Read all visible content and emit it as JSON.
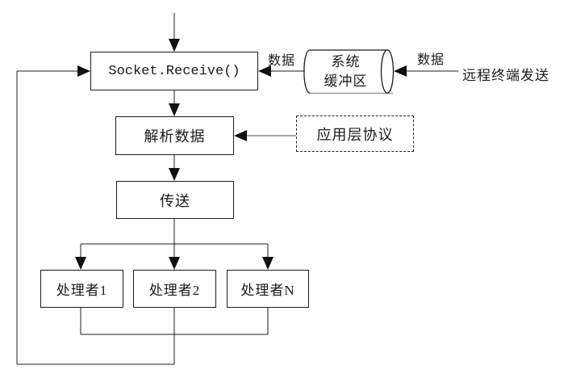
{
  "diagram": {
    "nodes": {
      "socket_receive": "Socket.Receive()",
      "parse_data": "解析数据",
      "transmit": "传送",
      "handler_1": "处理者1",
      "handler_2": "处理者2",
      "handler_n": "处理者N",
      "system_buffer_line1": "系统",
      "system_buffer_line2": "缓冲区",
      "app_protocol": "应用层协议"
    },
    "labels": {
      "data_from_buffer": "数据",
      "data_from_remote": "数据",
      "remote_terminal": "远程终端发送"
    },
    "colors": {
      "line": "#1c1c1c",
      "gray_connector": "#a8a8a8",
      "background": "#ffffff"
    }
  }
}
